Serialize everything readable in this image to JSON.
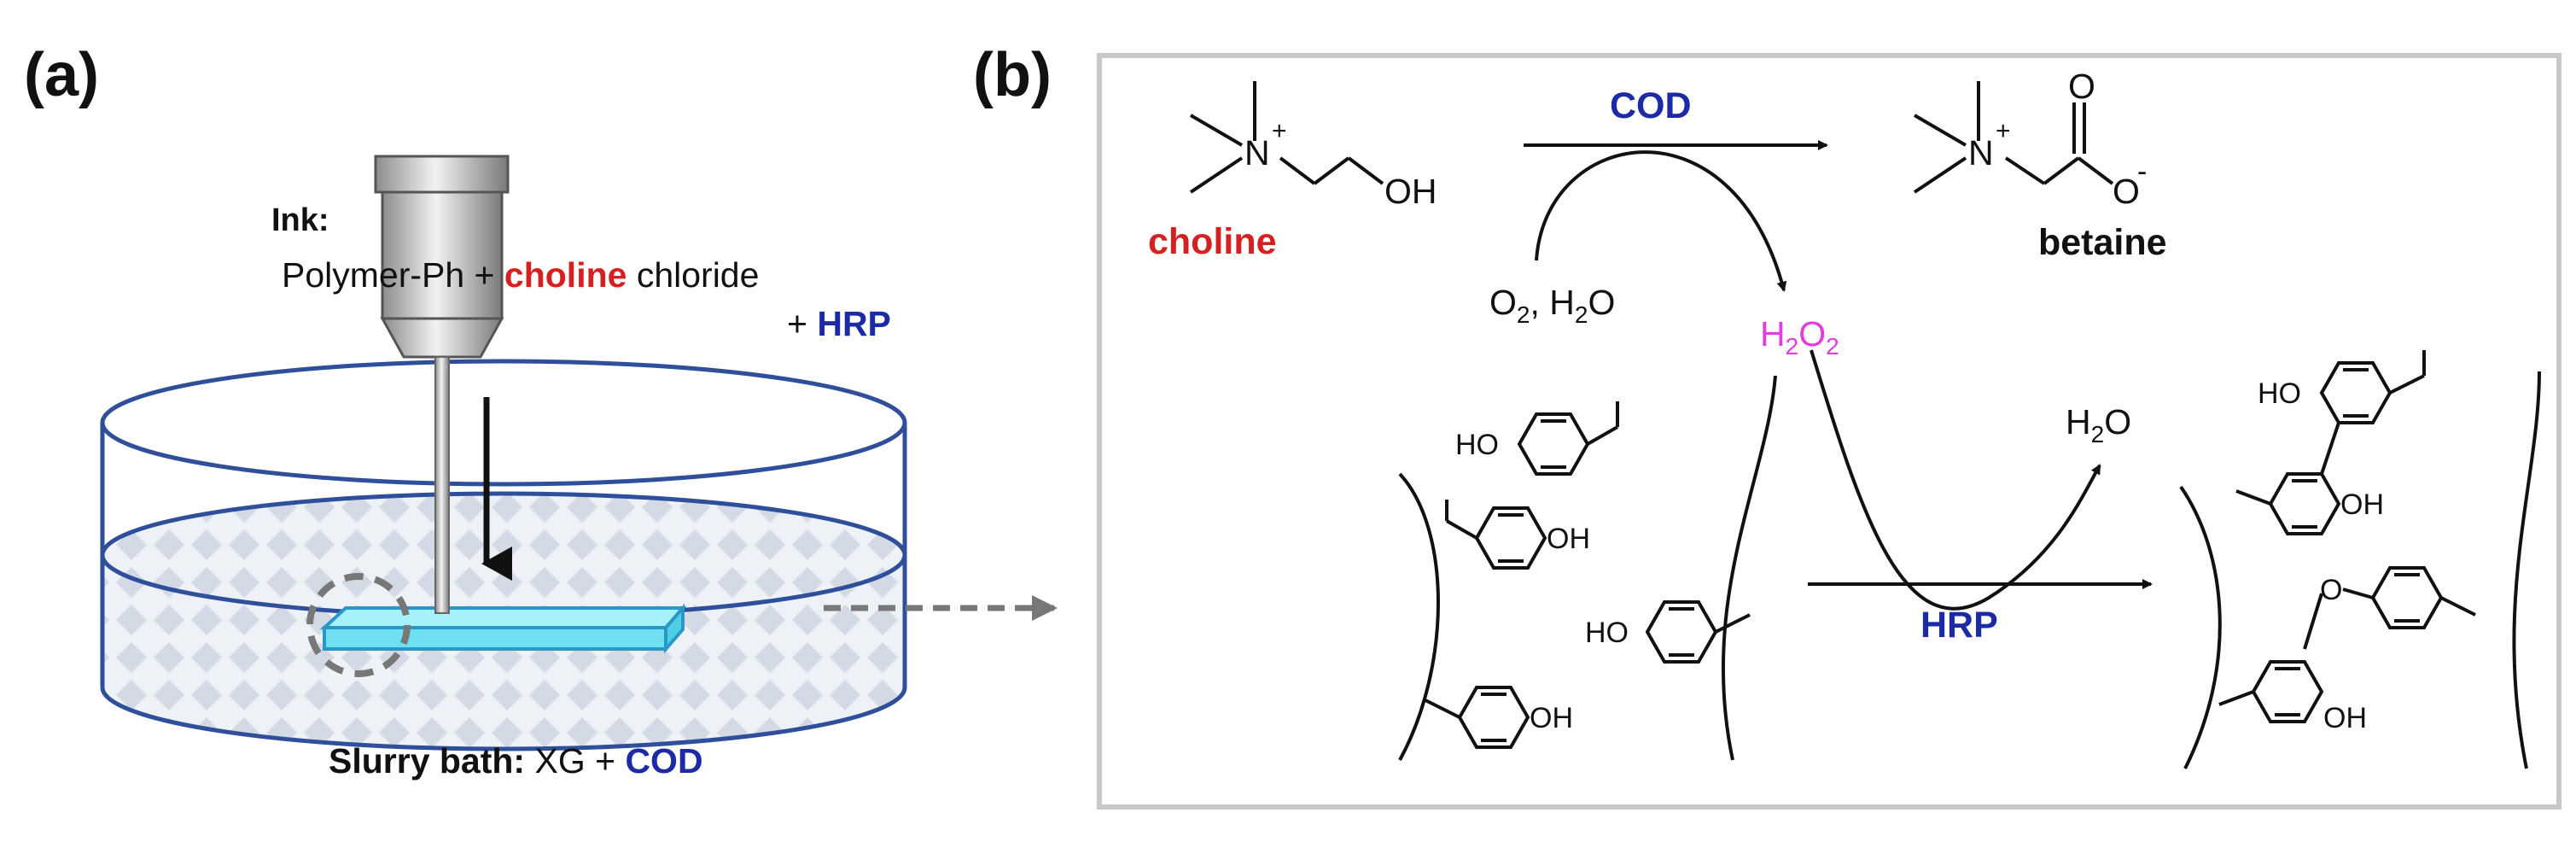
{
  "panel_a": {
    "label": "(a)",
    "ink_title": "Ink:",
    "ink_polymer": "Polymer-Ph + ",
    "ink_choline": "choline",
    "ink_chloride": " chloride",
    "ink_plus": "+ ",
    "ink_hrp": "HRP",
    "bath_title": "Slurry bath:",
    "bath_xg": " XG + ",
    "bath_cod": "COD"
  },
  "panel_b": {
    "label": "(b)",
    "cod": "COD",
    "choline": "choline",
    "betaine": "betaine",
    "oh": "OH",
    "ho": "HO",
    "o_carbonyl": "O",
    "o_minus": "O",
    "o_ether": "O",
    "n": "N",
    "plus": "+",
    "minus": "-",
    "o2": "O",
    "h2o_left": "H",
    "h2o2": "H",
    "h2o_right": "H",
    "hrp": "HRP"
  },
  "colors": {
    "red": "#d42020",
    "blue": "#1c2aa6",
    "magenta": "#e23ce0",
    "black": "#111111",
    "gray": "#777777",
    "cyan": "#7de8f6",
    "dish": "#2f4f9a"
  }
}
